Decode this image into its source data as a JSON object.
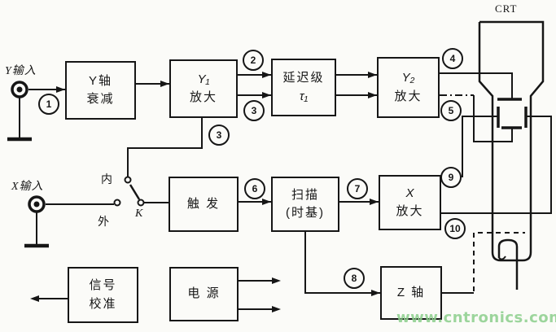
{
  "title": "oscilloscope-block-diagram",
  "colors": {
    "ink": "#161616",
    "background": "#fbfbf8",
    "watermark_green": "#8ccf8c"
  },
  "watermark": {
    "text": "www.cntronics.com"
  },
  "labels": {
    "crt": "CRT",
    "y_input": "Y输入",
    "x_input": "X输入",
    "switch_internal": "内",
    "switch_external": "外",
    "switch_name": "K"
  },
  "blocks": [
    {
      "id": "y-attenuator",
      "line1": "Y轴",
      "line2": "衰减"
    },
    {
      "id": "y1-amplifier",
      "line1": "Y₁",
      "line2": "放大"
    },
    {
      "id": "delay-stage",
      "line1": "延迟级",
      "line2": "τ₁"
    },
    {
      "id": "y2-amplifier",
      "line1": "Y₂",
      "line2": "放大"
    },
    {
      "id": "trigger",
      "line1": "触 发"
    },
    {
      "id": "sweep-timebase",
      "line1": "扫描",
      "line2": "(时基)"
    },
    {
      "id": "x-amplifier",
      "line1": "X",
      "line2": "放大"
    },
    {
      "id": "signal-calibrator",
      "line1": "信号",
      "line2": "校准"
    },
    {
      "id": "power-supply",
      "line1": "电 源"
    },
    {
      "id": "z-axis",
      "line1": "Z 轴"
    }
  ],
  "test_points": [
    "1",
    "2",
    "3",
    "3",
    "4",
    "5",
    "6",
    "7",
    "8",
    "9",
    "10"
  ]
}
